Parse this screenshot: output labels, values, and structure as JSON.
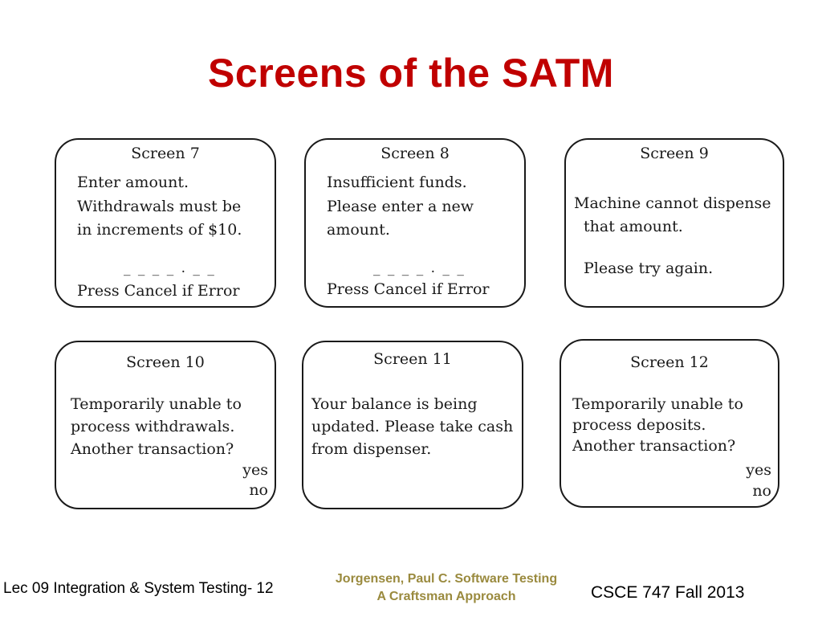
{
  "slide": {
    "title": "Screens of the SATM",
    "title_color": "#c00000"
  },
  "screens": {
    "s7": {
      "heading": "Screen 7",
      "lines": [
        "Enter amount.",
        "Withdrawals must be",
        "in increments of $10."
      ],
      "entry": "_ _ _ _ . _ _",
      "footer": "Press Cancel if Error"
    },
    "s8": {
      "heading": "Screen 8",
      "lines": [
        "Insufficient funds.",
        "Please enter a new",
        "amount."
      ],
      "entry": "_ _ _ _ . _ _",
      "footer": "Press Cancel if Error"
    },
    "s9": {
      "heading": "Screen 9",
      "lines": [
        "Machine cannot dispense",
        "that amount.",
        "Please try again."
      ]
    },
    "s10": {
      "heading": "Screen 10",
      "lines": [
        "Temporarily unable to",
        "process withdrawals.",
        "Another transaction?"
      ],
      "options": [
        "yes",
        "no"
      ]
    },
    "s11": {
      "heading": "Screen 11",
      "lines": [
        "Your balance is being",
        "updated.  Please take cash",
        "from dispenser."
      ]
    },
    "s12": {
      "heading": "Screen 12",
      "lines": [
        "Temporarily unable to",
        "process deposits.",
        "Another transaction?"
      ],
      "options": [
        "yes",
        "no"
      ]
    }
  },
  "footer": {
    "left": "Lec 09 Integration & System Testing- 12",
    "middle_line1": "Jorgensen, Paul C. Software Testing",
    "middle_line2": "A Craftsman Approach",
    "middle_color": "#9a8a3e",
    "right": "CSCE 747 Fall 2013"
  }
}
